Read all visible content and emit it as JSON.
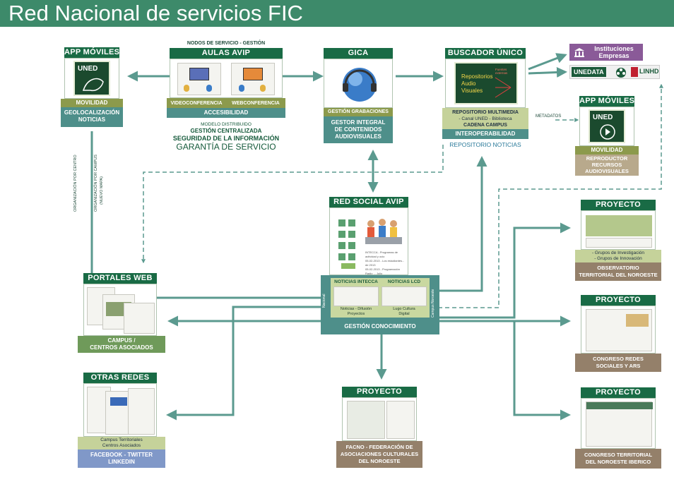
{
  "header": {
    "title": "Red Nacional de servicios FIC"
  },
  "app_moviles_left": {
    "title": "APP MÓVILES",
    "tile_text": "UNED",
    "tag": "MOVILIDAD",
    "footer_lines": [
      "GEOLOCALIZACIÓN",
      "NOTICIAS"
    ]
  },
  "aulas": {
    "top_label": "NODOS DE SERVICIO - GESTIÓN",
    "title": "AULAS AVIP",
    "video": "VIDEOCONFERENCIA",
    "web": "WEBCONFERENCIA",
    "footer": "ACCESIBILIDAD",
    "notes": [
      "MODELO DISTRIBUIDO",
      "GESTIÓN CENTRALIZADA",
      "SEGURIDAD DE LA INFORMACIÓN",
      "GARANTÍA DE SERVICIO"
    ]
  },
  "gica": {
    "title": "GICA",
    "tag": "GESTIÓN GRABACIONES",
    "footer_lines": [
      "GESTOR INTEGRAL",
      "DE CONTENIDOS",
      "AUDIOVISUALES"
    ]
  },
  "buscador": {
    "title": "BUSCADOR ÚNICO",
    "screen_lines": [
      "Repositorios",
      "Audio",
      "Visuales"
    ],
    "screen_side": "Fuentes externas",
    "tag_lines": [
      "REPOSITORIO MULTIMEDIA",
      "- Canal UNED - Biblioteca",
      "CADENA CAMPUS"
    ],
    "footer": "INTEROPERABILIDAD",
    "below": "REPOSITORIO NOTICIAS",
    "metadatos": "METADATOS"
  },
  "instituciones": {
    "label_lines": [
      "Instituciones",
      "Empresas"
    ],
    "logo1": "UNEDATA",
    "logo3": "LINHD"
  },
  "app_moviles_right": {
    "title": "APP MÓVILES",
    "tile_text": "UNED",
    "tag": "MOVILIDAD",
    "footer_lines": [
      "REPRODUCTOR",
      "RECURSOS",
      "AUDIOVISUALES"
    ]
  },
  "left_vertical": {
    "line1": "ORGANIZACIÓN POR CENTRO",
    "line2": "ORGANIZACIÓN POR CAMPUS",
    "line3": "(NUEVO MAPA)"
  },
  "red_social": {
    "title": "RED SOCIAL AVIP",
    "news_items": [
      "INTECCA - Programas de actividad y ocio",
      "05-02-2013 - Los estudiantes... de 2013",
      "05-02-2013 - Programación Radio ... Julio"
    ],
    "noticias_intecca": "NOTICIAS INTECCA",
    "noticias_lcd": "NOTICIAS LCD",
    "side_left": "Nacional",
    "side_right": "Campus Noroeste",
    "left_caption": [
      "Noticias - Difusión",
      "Proyectos"
    ],
    "right_caption": [
      "Lugo Cultura",
      "Digital"
    ],
    "footer": "GESTIÓN CONOCIMIENTO"
  },
  "portales": {
    "title": "PORTALES WEB",
    "footer_lines": [
      "CAMPUS /",
      "CENTROS ASOCIADOS"
    ]
  },
  "otras_redes": {
    "title": "OTRAS REDES",
    "tag_lines": [
      "Campus Territoriales",
      "Centros Asociados"
    ],
    "footer_lines": [
      "FACEBOOK - TWITTER",
      "LINKEDIN"
    ]
  },
  "proyecto_facno": {
    "title": "PROYECTO",
    "footer_lines": [
      "FACNO - FEDERACIÓN DE",
      "ASOCIACIONES CULTURALES",
      "DEL NOROESTE"
    ]
  },
  "proyecto_obs": {
    "title": "PROYECTO",
    "tag_lines": [
      "- Grupos de Investigación",
      "- Grupos de Innovación"
    ],
    "footer_lines": [
      "OBSERVATORIO",
      "TERRITORIAL DEL NOROESTE"
    ]
  },
  "proyecto_congreso_redes": {
    "title": "PROYECTO",
    "footer_lines": [
      "CONGRESO REDES",
      "SOCIALES Y ARS"
    ]
  },
  "proyecto_congreso_territorial": {
    "title": "PROYECTO",
    "footer_lines": [
      "CONGRESO TERRITORIAL",
      "DEL NOROESTE IBERICO"
    ]
  },
  "colors": {
    "header_bg": "#3d8a6a",
    "box_title": "#196b45",
    "teal": "#4e8f8a",
    "olive": "#8c9a4c",
    "brown": "#94806a",
    "arrow": "#5b9a8f"
  }
}
